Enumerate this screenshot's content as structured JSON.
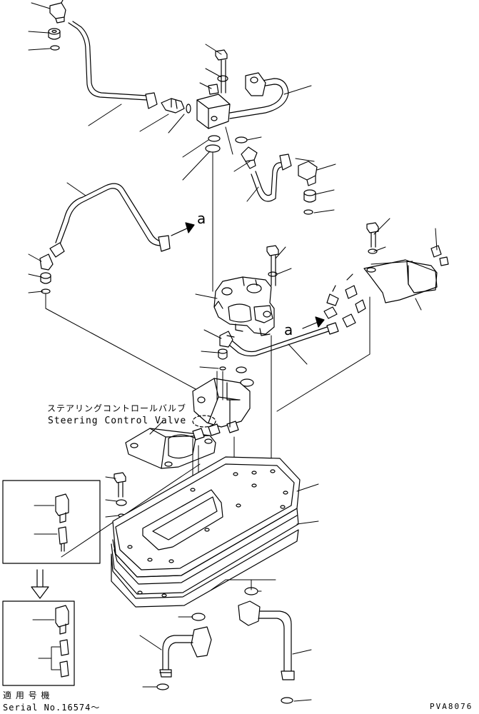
{
  "labels": {
    "jp_name": "ステアリングコントロールバルブ",
    "en_name": "Steering Control Valve",
    "ref_mark_a": "a",
    "applicable_jp": "適 用 号 機",
    "serial": "Serial No.16574～",
    "drawing_code": "PVA8076"
  }
}
